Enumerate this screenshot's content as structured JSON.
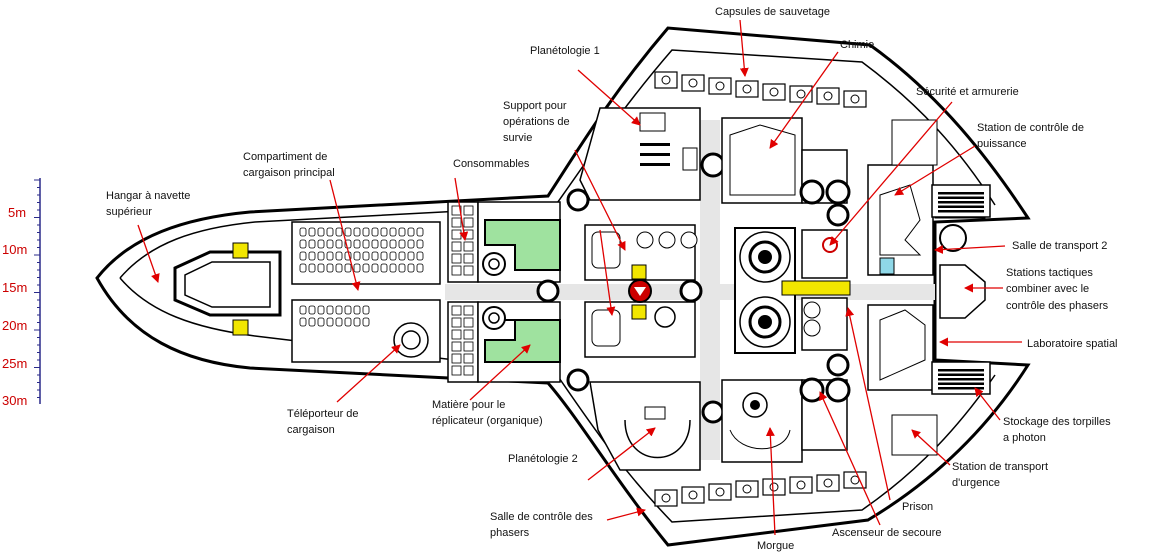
{
  "scale": {
    "unit_labels": [
      "5m",
      "10m",
      "15m",
      "20m",
      "25m",
      "30m"
    ]
  },
  "labels": {
    "capsules": "Capsules de sauvetage",
    "planetologie1": "Planétologie 1",
    "chimie": "Chimie",
    "securite": "Sécurité et armurerie",
    "station_puissance_1": "Station de contrôle de",
    "station_puissance_2": "puissance",
    "support_1": "Support pour",
    "support_2": "opérations de",
    "support_3": "survie",
    "consommables": "Consommables",
    "compartiment_1": "Compartiment de",
    "compartiment_2": "cargaison principal",
    "hangar_1": "Hangar à navette",
    "hangar_2": "supérieur",
    "transport2": "Salle de transport 2",
    "tactiques_1": "Stations tactiques",
    "tactiques_2": "combiner avec le",
    "tactiques_3": "contrôle des phasers",
    "laboratoire": "Laboratoire spatial",
    "teleporteur_1": "Téléporteur de",
    "teleporteur_2": "cargaison",
    "matiere_1": "Matière pour le",
    "matiere_2": "réplicateur (organique)",
    "planetologie2": "Planétologie 2",
    "torpilles_1": "Stockage des torpilles",
    "torpilles_2": "a photon",
    "urgence_1": "Station de transport",
    "urgence_2": "d'urgence",
    "prison": "Prison",
    "phasers_1": "Salle de contrôle des",
    "phasers_2": "phasers",
    "morgue": "Morgue",
    "ascenseur": "Ascenseur de secoure"
  },
  "colors": {
    "hull_fill": "#ffffff",
    "outline": "#000000",
    "corridor": "#e6e6e6",
    "green_area": "#9fe29f",
    "yellow": "#f2e600",
    "cyan": "#8fd8e8",
    "red_marker": "#cc0000",
    "arrow": "#e00000",
    "scale": "#cc0000"
  }
}
